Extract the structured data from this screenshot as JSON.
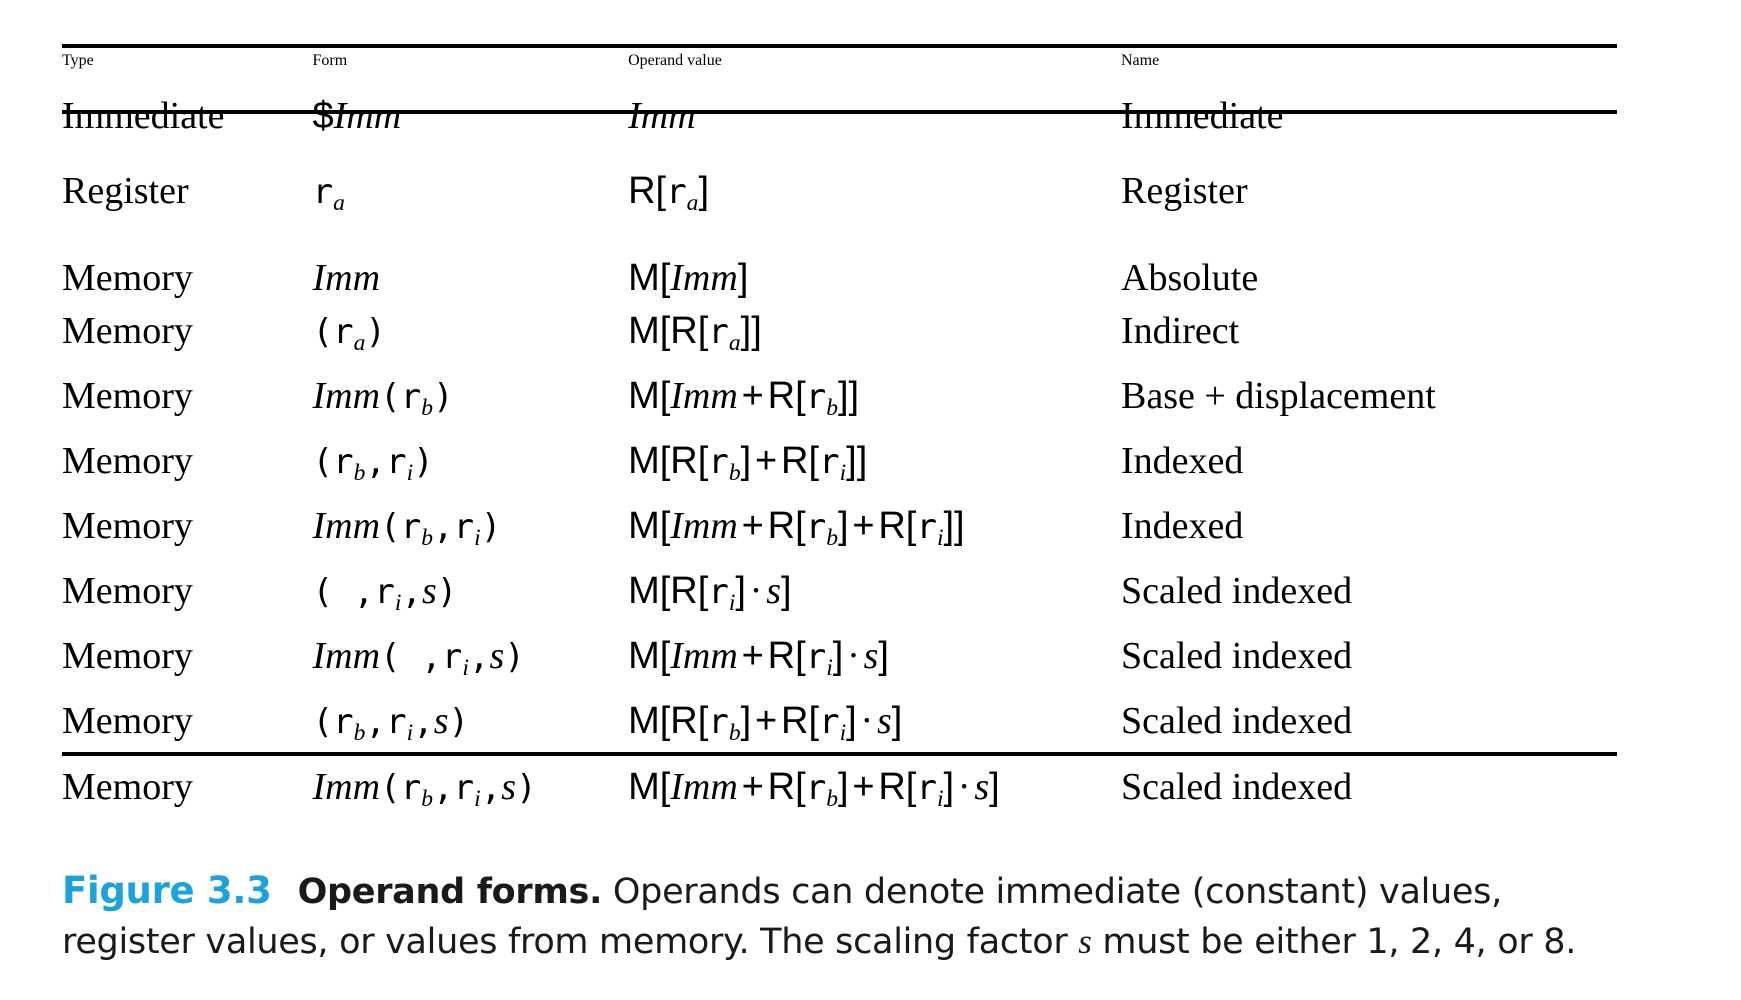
{
  "figure": {
    "columns": [
      "Type",
      "Form",
      "Operand value",
      "Name"
    ],
    "rows": [
      {
        "type": "Immediate",
        "form_plain": "$Imm",
        "value_plain": "Imm",
        "name": "Immediate"
      },
      {
        "type": "Register",
        "form_plain": "r_a",
        "value_plain": "R[r_a]",
        "name": "Register"
      },
      {
        "type": "Memory",
        "form_plain": "Imm",
        "value_plain": "M[Imm]",
        "name": "Absolute"
      },
      {
        "type": "Memory",
        "form_plain": "(r_a)",
        "value_plain": "M[R[r_a]]",
        "name": "Indirect"
      },
      {
        "type": "Memory",
        "form_plain": "Imm(r_b)",
        "value_plain": "M[Imm + R[r_b]]",
        "name": "Base + displacement"
      },
      {
        "type": "Memory",
        "form_plain": "(r_b,r_i)",
        "value_plain": "M[R[r_b] + R[r_i]]",
        "name": "Indexed"
      },
      {
        "type": "Memory",
        "form_plain": "Imm(r_b,r_i)",
        "value_plain": "M[Imm + R[r_b] + R[r_i]]",
        "name": "Indexed"
      },
      {
        "type": "Memory",
        "form_plain": "(,r_i,s)",
        "value_plain": "M[R[r_i] · s]",
        "name": "Scaled indexed"
      },
      {
        "type": "Memory",
        "form_plain": "Imm(,r_i,s)",
        "value_plain": "M[Imm + R[r_i] · s]",
        "name": "Scaled indexed"
      },
      {
        "type": "Memory",
        "form_plain": "(r_b,r_i,s)",
        "value_plain": "M[R[r_b] + R[r_i] · s]",
        "name": "Scaled indexed"
      },
      {
        "type": "Memory",
        "form_plain": "Imm(r_b,r_i,s)",
        "value_plain": "M[Imm + R[r_b] + R[r_i] · s]",
        "name": "Scaled indexed"
      }
    ],
    "caption": {
      "number": "Figure 3.3",
      "title": "Operand forms.",
      "body_part1": "Operands can denote immediate (constant) values, register values, or values from memory. The scaling factor",
      "symbol": "s",
      "body_part2": "must be either 1, 2, 4, or 8."
    },
    "colors": {
      "figure_number": "#1CA3DC",
      "rule": "#000000",
      "text": "#000000"
    }
  }
}
